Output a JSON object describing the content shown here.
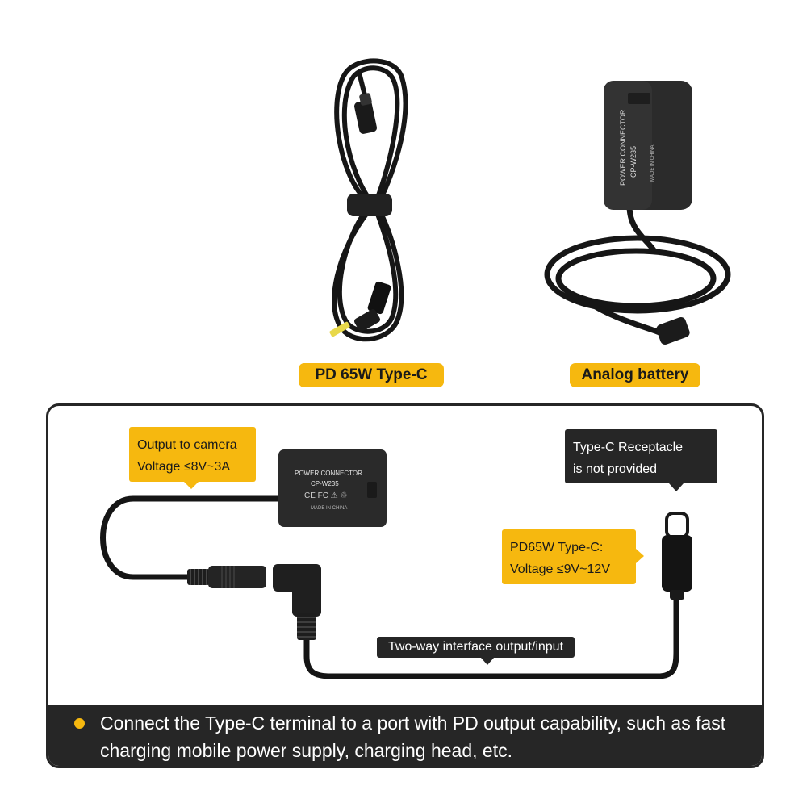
{
  "top": {
    "cable_label": "PD 65W Type-C",
    "battery_label": "Analog battery",
    "battery_marks": {
      "line1": "POWER CONNECTOR",
      "line2": "CP-W235",
      "line3": "MADE IN CHINA"
    }
  },
  "diagram": {
    "output_callout": {
      "line1": "Output to camera",
      "line2": "Voltage ≤8V~3A"
    },
    "receptacle_callout": {
      "line1": "Type-C Receptacle",
      "line2": "is not provided"
    },
    "input_callout": {
      "line1": "PD65W Type-C:",
      "line2": "Voltage ≤9V~12V"
    },
    "interface_label": "Two-way interface output/input",
    "dummy_battery_marks": {
      "line1": "POWER CONNECTOR",
      "line2": "CP-W235",
      "line3": "MADE IN CHINA"
    }
  },
  "footer": {
    "text": "Connect the Type-C terminal to a port with PD output capability, such as fast charging mobile power supply, charging head, etc."
  },
  "colors": {
    "accent_yellow": "#f6b80f",
    "dark": "#262626",
    "plug_tip": "#e8d84a"
  }
}
